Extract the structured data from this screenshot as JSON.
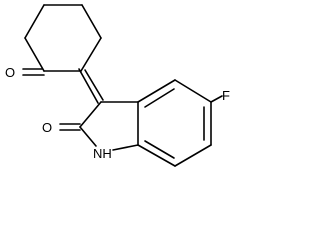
{
  "atoms": {
    "ketone_o": "O",
    "lactam_o": "O",
    "fluorine": "F",
    "nh": "NH"
  },
  "colors": {
    "bond": "#000000",
    "background": "#ffffff"
  }
}
